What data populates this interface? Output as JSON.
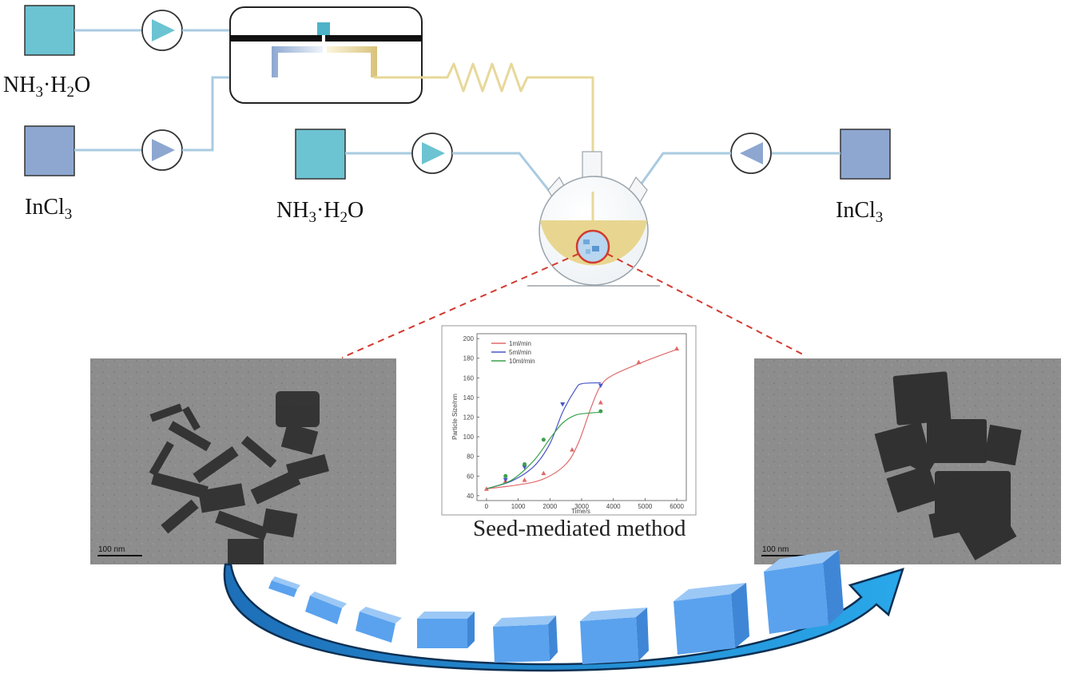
{
  "labels": {
    "reagent_nh3_1": "NH3·H2O",
    "reagent_incl3_1": "InCl3",
    "reagent_nh3_2": "NH3·H2O",
    "reagent_incl3_2": "InCl3"
  },
  "reagent_parts": {
    "nh3": {
      "a": "NH",
      "s1": "3",
      "b": "·H",
      "s2": "2",
      "c": "O"
    },
    "incl3": {
      "a": "InCl",
      "s1": "3"
    }
  },
  "colors": {
    "nh3_tank": "#6cc3d2",
    "incl3_tank": "#8da7d0",
    "feed_line": "#a9cbe0",
    "yellow_line": "#e7d89a",
    "flask_liquid": "#e8d690",
    "red_dash": "#d23a2f",
    "arrow_blue": "#2f8fe0",
    "cube": "#5aa2ee"
  },
  "micrographs": {
    "left_scale": "100 nm",
    "right_scale": "100 nm"
  },
  "caption": "Seed-mediated method",
  "chart_data": {
    "type": "line",
    "xlabel": "Time/s",
    "ylabel": "Particle Size/nm",
    "xlim": [
      -300,
      6300
    ],
    "ylim": [
      35,
      205
    ],
    "xticks": [
      0,
      1000,
      2000,
      3000,
      4000,
      5000,
      6000
    ],
    "yticks": [
      40,
      60,
      80,
      100,
      120,
      140,
      160,
      180,
      200
    ],
    "legend_position": "top-left",
    "series": [
      {
        "name": "1ml/min",
        "color": "#e06a6a",
        "points": [
          [
            0,
            47
          ],
          [
            600,
            55
          ],
          [
            1200,
            56
          ],
          [
            1800,
            63
          ],
          [
            2700,
            87
          ],
          [
            3600,
            135
          ],
          [
            4800,
            176
          ],
          [
            6000,
            190
          ]
        ],
        "fit": [
          [
            0,
            47
          ],
          [
            1000,
            51
          ],
          [
            1800,
            57
          ],
          [
            2500,
            72
          ],
          [
            2900,
            94
          ],
          [
            3300,
            130
          ],
          [
            3600,
            152
          ],
          [
            4000,
            163
          ],
          [
            5000,
            177
          ],
          [
            6000,
            189
          ]
        ]
      },
      {
        "name": "5ml/min",
        "color": "#4a55c8",
        "points": [
          [
            600,
            56
          ],
          [
            1200,
            69
          ],
          [
            2400,
            133
          ],
          [
            3600,
            152
          ]
        ],
        "fit": [
          [
            0,
            47
          ],
          [
            800,
            55
          ],
          [
            1500,
            70
          ],
          [
            2000,
            93
          ],
          [
            2400,
            125
          ],
          [
            2800,
            148
          ],
          [
            3000,
            154
          ],
          [
            3600,
            155
          ]
        ]
      },
      {
        "name": "10ml/min",
        "color": "#3aa14a",
        "points": [
          [
            600,
            60
          ],
          [
            1200,
            72
          ],
          [
            1800,
            97
          ],
          [
            3600,
            126
          ]
        ],
        "fit": [
          [
            0,
            47
          ],
          [
            800,
            56
          ],
          [
            1500,
            76
          ],
          [
            2000,
            98
          ],
          [
            2400,
            114
          ],
          [
            2800,
            122
          ],
          [
            3200,
            124
          ],
          [
            3600,
            125
          ]
        ]
      }
    ]
  }
}
